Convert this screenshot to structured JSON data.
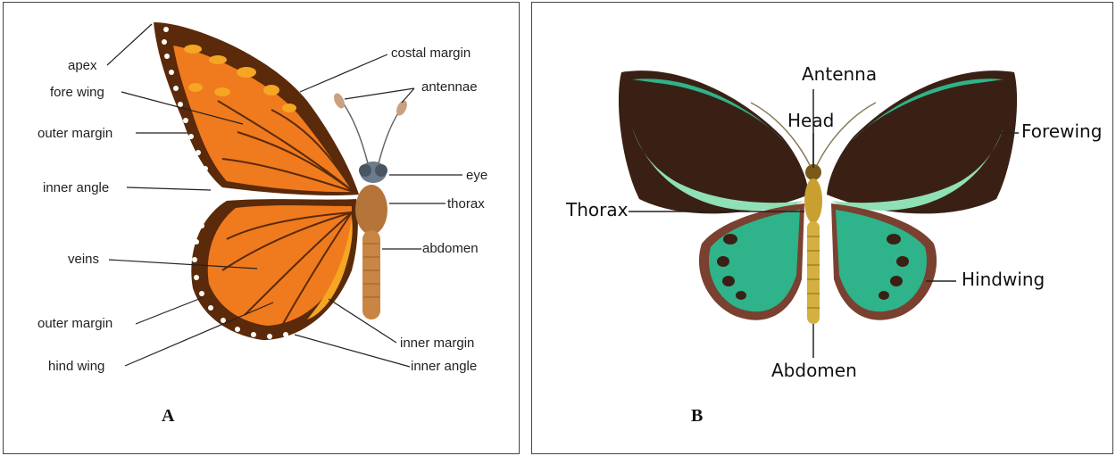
{
  "panel_a": {
    "caption": "A",
    "labels": {
      "apex": "apex",
      "fore_wing": "fore wing",
      "outer_margin_top": "outer margin",
      "inner_angle_left": "inner angle",
      "veins": "veins",
      "outer_margin_bottom": "outer margin",
      "hind_wing": "hind wing",
      "costal_margin": "costal margin",
      "antennae": "antennae",
      "eye": "eye",
      "thorax": "thorax",
      "abdomen": "abdomen",
      "inner_margin": "inner margin",
      "inner_angle_right": "inner angle"
    }
  },
  "panel_b": {
    "caption": "B",
    "labels": {
      "antenna": "Antenna",
      "head": "Head",
      "forewing": "Forewing",
      "thorax": "Thorax",
      "hindwing": "Hindwing",
      "abdomen": "Abdomen"
    }
  },
  "colors": {
    "monarch_orange": "#f07a1e",
    "monarch_dark": "#5a2a0a",
    "birdwing_green": "#2fb38a",
    "birdwing_dark": "#3a2014"
  }
}
